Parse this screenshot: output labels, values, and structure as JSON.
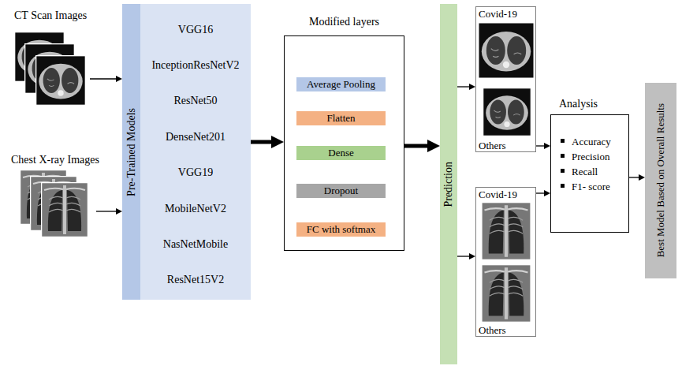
{
  "diagram": {
    "nodes": [
      {
        "text": [
          "CT Scan Images"
        ]
      },
      {
        "text": [
          "Chest X-ray Images"
        ]
      },
      {
        "text": [
          "Pre-Trained Models"
        ]
      },
      {
        "text": [
          "VGG16",
          "InceptionResNetV2",
          "ResNet50",
          "DenseNet201",
          "VGG19",
          "MobileNetV2",
          "NasNetMobile",
          "ResNet15V2"
        ]
      },
      {
        "text": [
          "Modified layers"
        ]
      },
      {
        "text": [
          "Average Pooling"
        ],
        "in": 4
      },
      {
        "text": [
          "Flatten"
        ],
        "in": 4
      },
      {
        "text": [
          "Dense"
        ],
        "in": 4
      },
      {
        "text": [
          "Dropout"
        ],
        "in": 4
      },
      {
        "text": [
          "FC with softmax"
        ],
        "in": 4
      },
      {
        "text": [
          "Prediction"
        ]
      },
      {
        "text": [
          "Covid-19",
          "Others"
        ]
      },
      {
        "text": [
          "Covid-19",
          "Others"
        ]
      },
      {
        "text": [
          "Analysis",
          "Accuracy",
          "Precision",
          "Recall",
          "F1- score"
        ]
      },
      {
        "text": [
          "Best Model Based on Overall Results"
        ]
      }
    ],
    "edges": [
      {
        "from": 0,
        "to": 2,
        "arrow": "to"
      },
      {
        "from": 1,
        "to": 2,
        "arrow": "to"
      },
      {
        "from": 3,
        "to": 4,
        "arrow": "to"
      },
      {
        "from": 5,
        "to": 6,
        "arrow": "to"
      },
      {
        "from": 6,
        "to": 7,
        "arrow": "to"
      },
      {
        "from": 7,
        "to": 8,
        "arrow": "to"
      },
      {
        "from": 8,
        "to": 9,
        "arrow": "to"
      },
      {
        "from": 5,
        "to": 6,
        "arrow": "to"
      },
      {
        "from": 6,
        "to": 7,
        "arrow": "to"
      },
      {
        "from": 7,
        "to": 8,
        "arrow": "to"
      },
      {
        "from": 8,
        "to": 9,
        "arrow": "to"
      },
      {
        "from": 4,
        "to": 10,
        "arrow": "to"
      },
      {
        "from": 10,
        "to": 11,
        "arrow": "to"
      },
      {
        "from": 10,
        "to": 12,
        "arrow": "to"
      },
      {
        "from": 11,
        "to": 13,
        "arrow": "to"
      },
      {
        "from": 12,
        "to": 13,
        "arrow": "to"
      },
      {
        "from": 13,
        "to": 14,
        "arrow": "to"
      }
    ]
  }
}
